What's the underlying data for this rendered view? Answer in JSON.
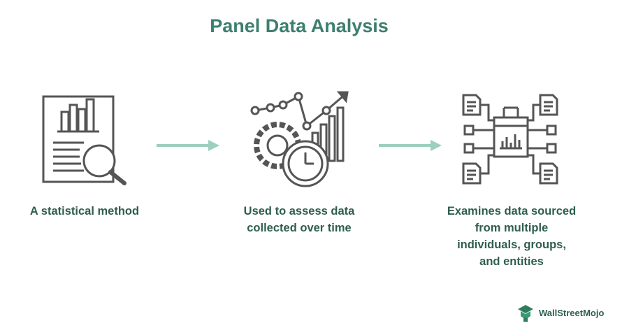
{
  "title": "Panel Data Analysis",
  "steps": [
    {
      "icon": "report-magnifier-icon",
      "lines": [
        "A statistical method"
      ]
    },
    {
      "icon": "gears-clock-growth-icon",
      "lines": [
        "Used to assess data",
        "collected over time"
      ]
    },
    {
      "icon": "data-network-icon",
      "lines": [
        "Examines data sourced",
        "from multiple",
        "individuals, groups,",
        "and entities"
      ]
    }
  ],
  "logo": {
    "text": "WallStreetMojo"
  },
  "colors": {
    "title": "#3d7f6e",
    "text": "#2f5e4f",
    "icon": "#555555",
    "arrow": "#9ccfbe"
  }
}
